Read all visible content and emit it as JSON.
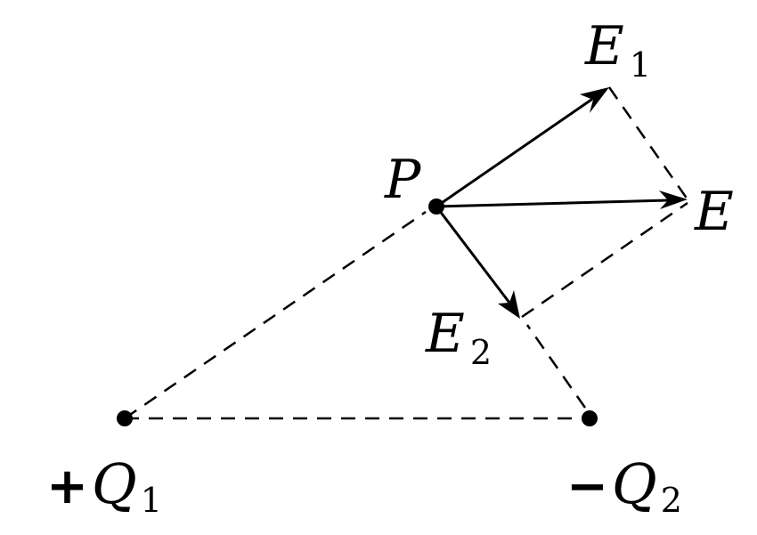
{
  "labels": {
    "P": "P",
    "E": "E",
    "E1_main": "E",
    "E1_sub": "1",
    "E2_main": "E",
    "E2_sub": "2",
    "Q1_sign": "+",
    "Q1_main": "Q",
    "Q1_sub": "1",
    "Q2_sign": "−",
    "Q2_main": "Q",
    "Q2_sub": "2"
  },
  "colors": {
    "ink": "#000000",
    "background": "#ffffff"
  }
}
